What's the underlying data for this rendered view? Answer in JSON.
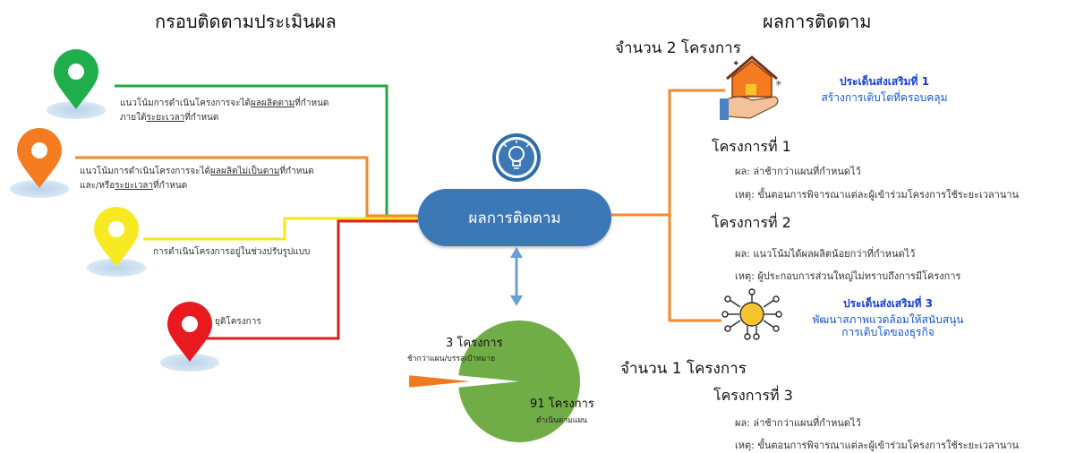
{
  "left_title": "กรอบติดตามประเมินผล",
  "right_title": "ผลการติดตาม",
  "center_label": "ผลการติดตาม",
  "legend": [
    {
      "color": "#1fae4b",
      "line_color": "#22a846",
      "text_a1": "แนวโน้มการดำเนินโครงการจะได้",
      "text_a2": "ผลผลิตตาม",
      "text_a3": "ที่กำหนด",
      "text_b1": "ภายใต้",
      "text_b2": "ระยะเวลา",
      "text_b3": "ที่กำหนด"
    },
    {
      "color": "#f47b20",
      "line_color": "#f28a2e",
      "text_a1": "แนวโน้มการดำเนินโครงการจะได้",
      "text_a2": "ผลผลิตไม่เป็นตาม",
      "text_a3": "ที่กำหนด",
      "text_b1": "และ/หรือ",
      "text_b2": "ระยะเวลา",
      "text_b3": "ที่กำหนด"
    },
    {
      "color": "#f7ea22",
      "line_color": "#f3e61b",
      "text": "การดำเนินโครงการอยู่ในช่วงปรับรูปแบบ"
    },
    {
      "color": "#e8191f",
      "line_color": "#d9201f",
      "text": "ยุติโครงการ"
    }
  ],
  "pie": {
    "small_count": "3 โครงการ",
    "small_label": "ช้ากว่าแผน/บรรลุเป้าหมาย",
    "large_count": "91 โครงการ",
    "large_label": "ดำเนินตามแผน"
  },
  "chart_data": {
    "type": "pie",
    "categories": [
      "ช้ากว่าแผน/บรรลุเป้าหมาย",
      "ดำเนินตามแผน"
    ],
    "values": [
      3,
      91
    ],
    "colors": [
      "#f07a1f",
      "#71ad47"
    ]
  },
  "right": {
    "count_top": "จำนวน 2 โครงการ",
    "promo1_title": "ประเด็นส่งเสริมที่ 1",
    "promo1_sub": "สร้างการเติบโตที่ครอบคลุม",
    "p1_title": "โครงการที่ 1",
    "p1_result": "ผล: ล่าช้ากว่าแผนที่กำหนดไว้",
    "p1_cause": "เหตุ: ขั้นตอนการพิจารณาแต่ละผู้เข้าร่วมโครงการใช้ระยะเวลานาน",
    "p2_title": "โครงการที่ 2",
    "p2_result": "ผล: แนวโน้มได้ผลผลิตน้อยกว่าที่กำหนดไว้",
    "p2_cause": "เหตุ: ผู้ประกอบการส่วนใหญ่ไม่ทราบถึงการมีโครงการ",
    "promo3_title": "ประเด็นส่งเสริมที่ 3",
    "promo3_sub1": "พัฒนาสภาพแวดล้อมให้สนับสนุน",
    "promo3_sub2": "การเติบโตของธุรกิจ",
    "count_bottom": "จำนวน 1 โครงการ",
    "p3_title": "โครงการที่ 3",
    "p3_result": "ผล: ล่าช้ากว่าแผนที่กำหนดไว้",
    "p3_cause": "เหตุ: ขั้นตอนการพิจารณาแต่ละผู้เข้าร่วมโครงการใช้ระยะเวลานาน"
  }
}
